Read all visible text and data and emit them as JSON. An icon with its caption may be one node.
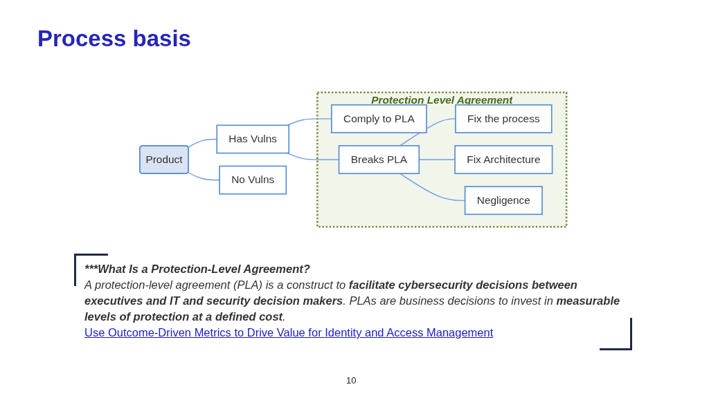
{
  "diagram": {
    "title": "Process basis",
    "nodes": [
      {
        "text": [
          "Product"
        ]
      },
      {
        "text": [
          "Has Vulns"
        ]
      },
      {
        "text": [
          "Protection Level Agreement"
        ]
      },
      {
        "text": [
          "Comply to PLA"
        ],
        "in": 2
      },
      {
        "text": [
          "Breaks PLA"
        ],
        "in": 2
      },
      {
        "text": [
          "Fix the process"
        ],
        "in": 2
      },
      {
        "text": [
          "Fix Architecture"
        ],
        "in": 2
      },
      {
        "text": [
          "Negligence"
        ],
        "in": 2
      },
      {
        "text": [
          "No Vulns"
        ]
      }
    ],
    "edges": [
      {
        "from": 0,
        "to": 1,
        "arrow": "none"
      },
      {
        "from": 0,
        "to": 8,
        "arrow": "none"
      },
      {
        "from": 1,
        "to": 3,
        "arrow": "none"
      },
      {
        "from": 1,
        "to": 4,
        "arrow": "none"
      },
      {
        "from": 4,
        "to": 5,
        "arrow": "none"
      },
      {
        "from": 4,
        "to": 6,
        "arrow": "none"
      },
      {
        "from": 4,
        "to": 7,
        "arrow": "none"
      }
    ],
    "labels": [
      "***What Is a Protection-Level Agreement?",
      "A protection-level agreement (PLA) is a construct to **facilitate cybersecurity decisions between executives and IT and security decision makers**. PLAs are business decisions to invest in **measurable levels of protection at a defined cost**.",
      "Use Outcome-Driven Metrics to Drive Value for Identity and Access Management",
      "10"
    ]
  }
}
